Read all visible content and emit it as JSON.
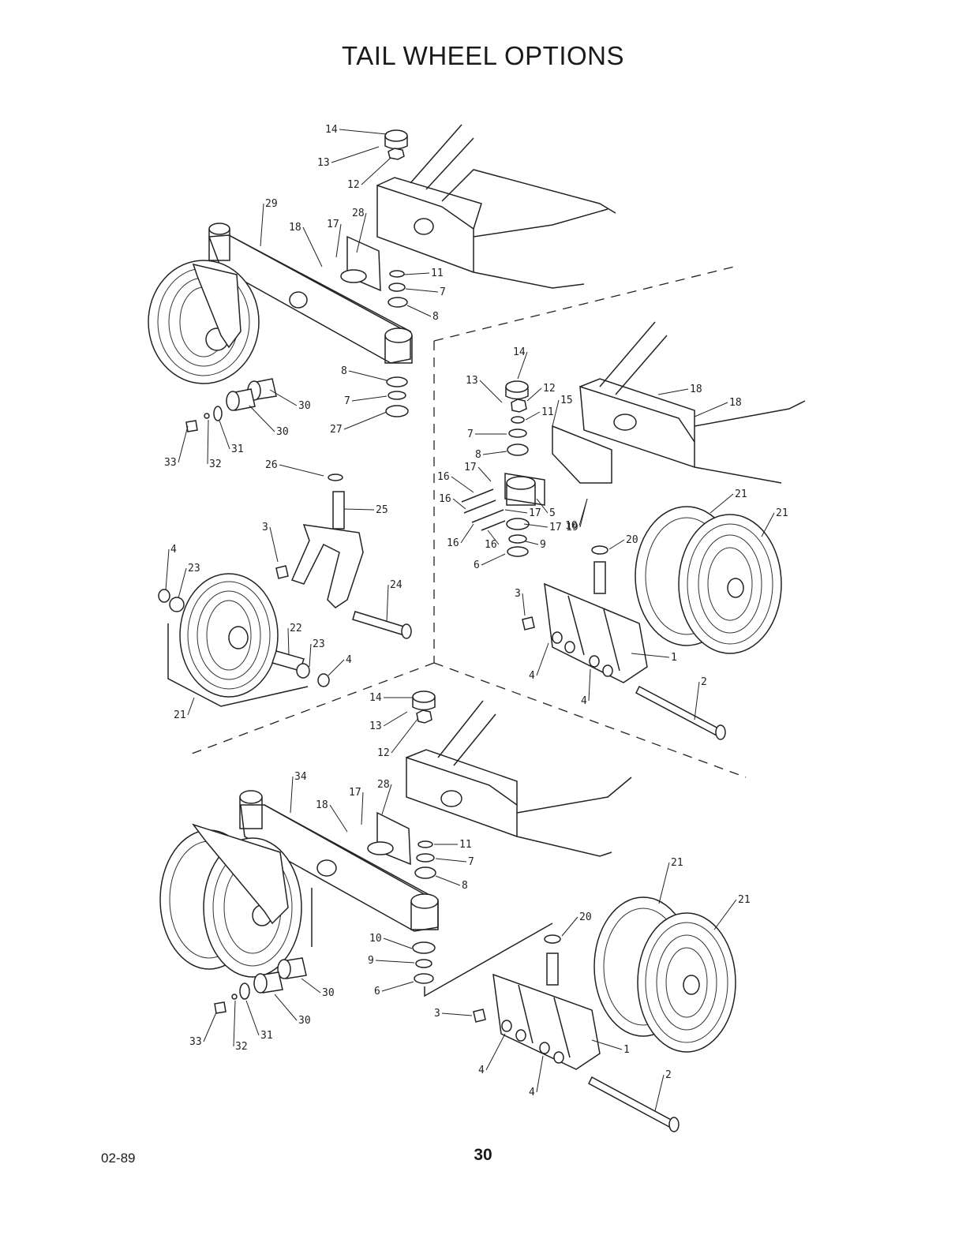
{
  "page": {
    "title": "TAIL WHEEL OPTIONS",
    "date_code": "02-89",
    "page_number": "30"
  },
  "views": [
    {
      "name": "upper-left-assembly",
      "callouts": [
        {
          "label": "14"
        },
        {
          "label": "13"
        },
        {
          "label": "12"
        },
        {
          "label": "29"
        },
        {
          "label": "18"
        },
        {
          "label": "17"
        },
        {
          "label": "28"
        },
        {
          "label": "11"
        },
        {
          "label": "7"
        },
        {
          "label": "8"
        },
        {
          "label": "8"
        },
        {
          "label": "7"
        },
        {
          "label": "27"
        },
        {
          "label": "30"
        },
        {
          "label": "30"
        },
        {
          "label": "31"
        },
        {
          "label": "32"
        },
        {
          "label": "33"
        },
        {
          "label": "26"
        },
        {
          "label": "25"
        },
        {
          "label": "3"
        },
        {
          "label": "4"
        },
        {
          "label": "23"
        },
        {
          "label": "24"
        },
        {
          "label": "22"
        },
        {
          "label": "23"
        },
        {
          "label": "4"
        },
        {
          "label": "21"
        }
      ]
    },
    {
      "name": "right-assembly",
      "callouts": [
        {
          "label": "14"
        },
        {
          "label": "13"
        },
        {
          "label": "12"
        },
        {
          "label": "18"
        },
        {
          "label": "18"
        },
        {
          "label": "15"
        },
        {
          "label": "11"
        },
        {
          "label": "7"
        },
        {
          "label": "8"
        },
        {
          "label": "17"
        },
        {
          "label": "16"
        },
        {
          "label": "16"
        },
        {
          "label": "17"
        },
        {
          "label": "5"
        },
        {
          "label": "17"
        },
        {
          "label": "10"
        },
        {
          "label": "19"
        },
        {
          "label": "16"
        },
        {
          "label": "16"
        },
        {
          "label": "9"
        },
        {
          "label": "6"
        },
        {
          "label": "20"
        },
        {
          "label": "21"
        },
        {
          "label": "21"
        },
        {
          "label": "3"
        },
        {
          "label": "1"
        },
        {
          "label": "4"
        },
        {
          "label": "4"
        },
        {
          "label": "2"
        }
      ]
    },
    {
      "name": "lower-assembly",
      "callouts": [
        {
          "label": "14"
        },
        {
          "label": "13"
        },
        {
          "label": "12"
        },
        {
          "label": "34"
        },
        {
          "label": "28"
        },
        {
          "label": "17"
        },
        {
          "label": "18"
        },
        {
          "label": "11"
        },
        {
          "label": "7"
        },
        {
          "label": "8"
        },
        {
          "label": "21"
        },
        {
          "label": "21"
        },
        {
          "label": "20"
        },
        {
          "label": "10"
        },
        {
          "label": "9"
        },
        {
          "label": "6"
        },
        {
          "label": "30"
        },
        {
          "label": "30"
        },
        {
          "label": "31"
        },
        {
          "label": "32"
        },
        {
          "label": "33"
        },
        {
          "label": "3"
        },
        {
          "label": "1"
        },
        {
          "label": "4"
        },
        {
          "label": "4"
        },
        {
          "label": "2"
        }
      ]
    }
  ]
}
